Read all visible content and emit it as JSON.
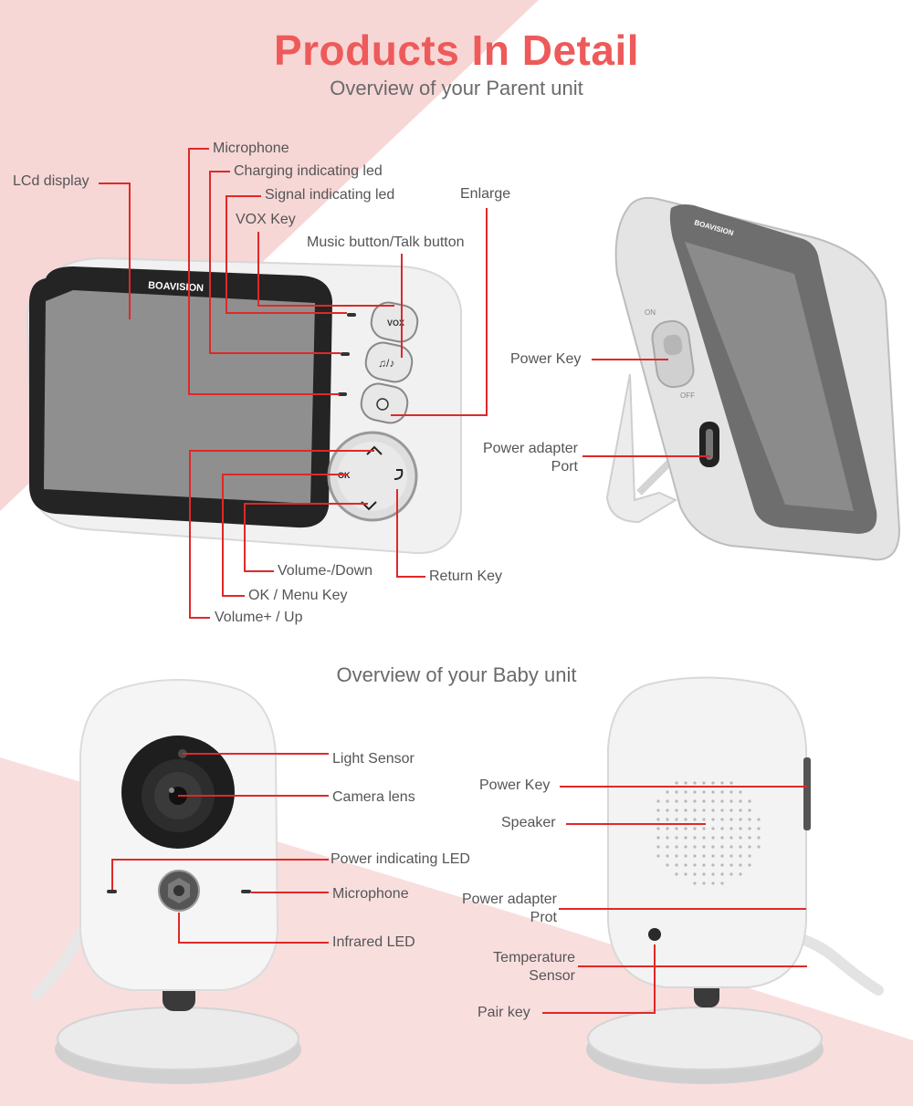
{
  "header": {
    "title": "Products In Detail",
    "parent_subtitle": "Overview of your Parent unit",
    "baby_subtitle": "Overview of your Baby unit"
  },
  "brand": "BOAVISION",
  "parent_front_labels": {
    "lcd": "LCd display",
    "microphone": "Microphone",
    "charging_led": "Charging indicating led",
    "signal_led": "Signal indicating led",
    "vox_key": "VOX Key",
    "enlarge": "Enlarge",
    "music_talk": "Music button/Talk button",
    "volume_down": "Volume-/Down",
    "ok_menu": "OK / Menu Key",
    "volume_up": "Volume+ / Up",
    "return_key": "Return Key"
  },
  "parent_side_labels": {
    "power_key": "Power Key",
    "adapter_line1": "Power adapter",
    "adapter_line2": "Port"
  },
  "baby_front_labels": {
    "light_sensor": "Light Sensor",
    "camera_lens": "Camera lens",
    "power_led": "Power indicating LED",
    "microphone": "Microphone",
    "infrared_led": "Infrared LED"
  },
  "baby_back_labels": {
    "power_key": "Power Key",
    "speaker": "Speaker",
    "adapter_line1": "Power adapter",
    "adapter_line2": "Prot",
    "temp_line1": "Temperature",
    "temp_line2": "Sensor",
    "pair_key": "Pair key"
  },
  "device_button_text": {
    "vox": "VOX",
    "ok": "OK",
    "on": "ON",
    "off": "OFF"
  },
  "colors": {
    "title_red": "#ee5a5a",
    "leader_red": "#e02828",
    "pink_band": "#f6d3d3"
  }
}
